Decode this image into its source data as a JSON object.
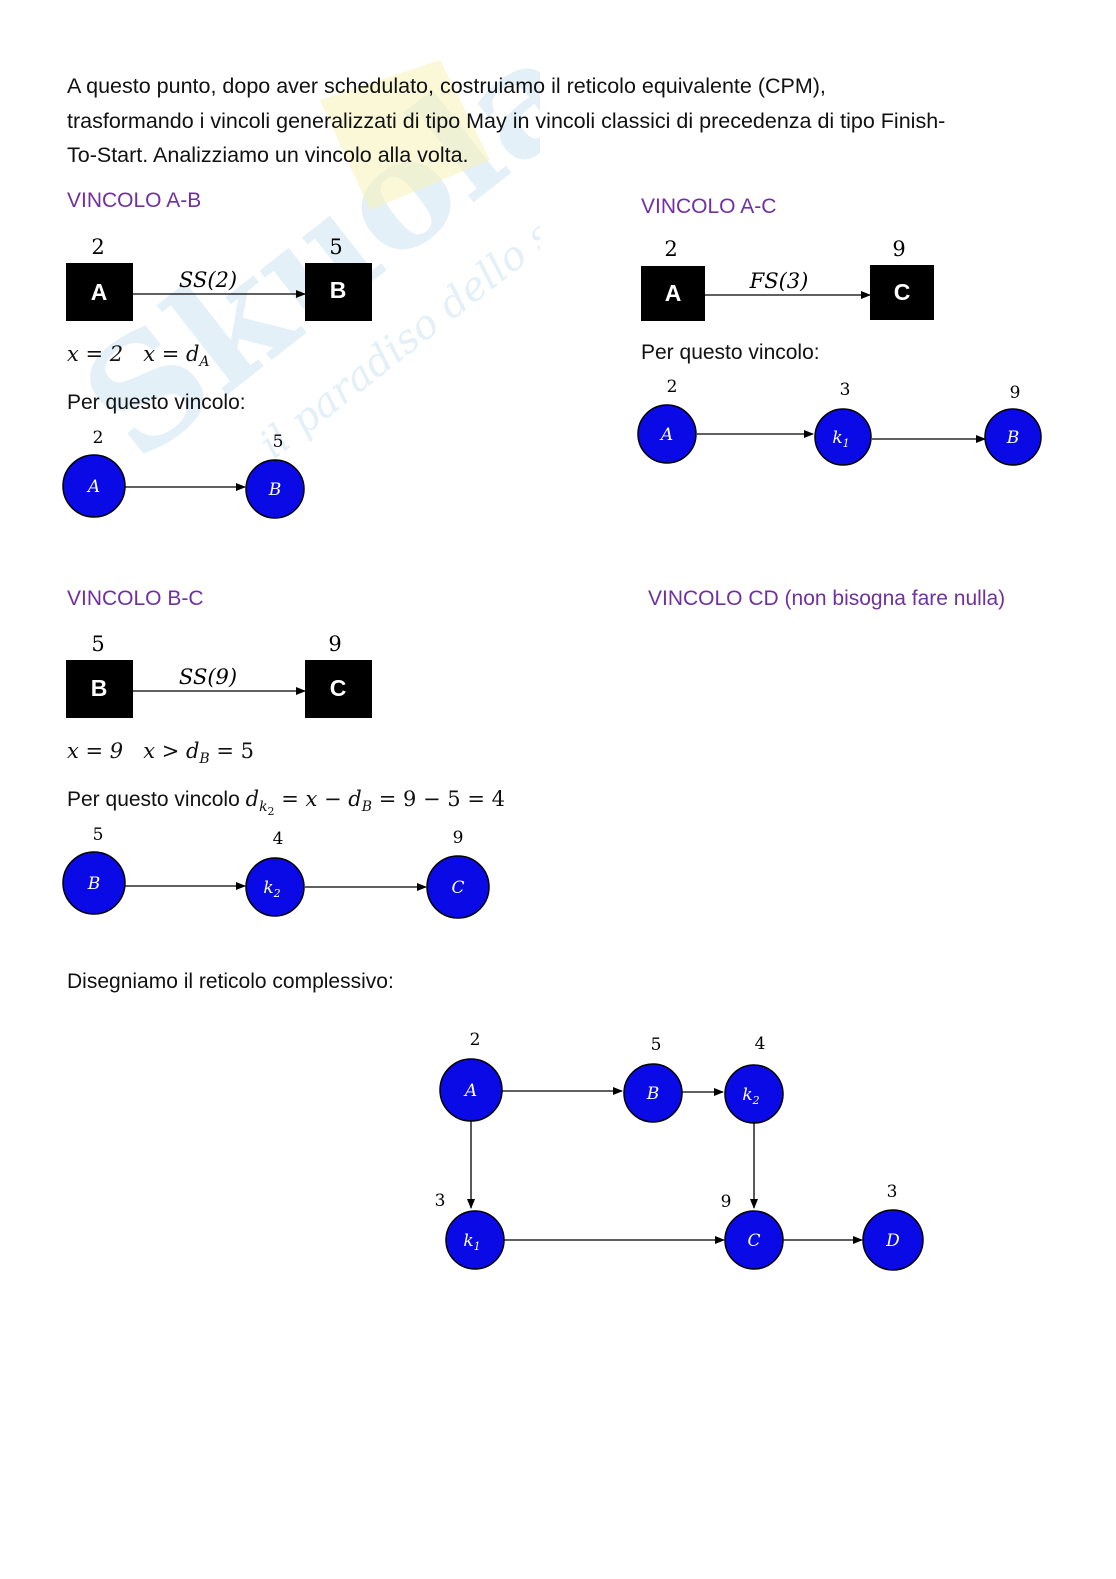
{
  "intro": {
    "line1": "A questo punto, dopo aver schedulato, costruiamo il reticolo equivalente (CPM),",
    "line2": "trasformando i vincoli generalizzati di tipo May in vincoli classici di precedenza di tipo Finish-",
    "line3": "To-Start. Analizziamo un vincolo alla volta."
  },
  "watermark": {
    "brand": "SkuolaNet",
    "tagline": "il paradiso dello studente"
  },
  "ab": {
    "heading": "VINCOLO A-B",
    "box_from": {
      "label": "A",
      "value": "2"
    },
    "box_to": {
      "label": "B",
      "value": "5"
    },
    "constraint": "SS(2)",
    "eq1": "x = 2",
    "eq2_lhs": "x = d",
    "eq2_sub": "A",
    "per_text": "Per questo vincolo:",
    "nodes": [
      {
        "label": "A",
        "value": "2"
      },
      {
        "label": "B",
        "value": "5"
      }
    ]
  },
  "ac": {
    "heading": "VINCOLO A-C",
    "box_from": {
      "label": "A",
      "value": "2"
    },
    "box_to": {
      "label": "C",
      "value": "9"
    },
    "constraint": "FS(3)",
    "per_text": "Per questo vincolo:",
    "nodes": [
      {
        "label": "A",
        "value": "2"
      },
      {
        "label": "k",
        "sub": "1",
        "value": "3"
      },
      {
        "label": "B",
        "value": "9"
      }
    ]
  },
  "bc": {
    "heading": "VINCOLO B-C",
    "box_from": {
      "label": "B",
      "value": "5"
    },
    "box_to": {
      "label": "C",
      "value": "9"
    },
    "constraint": "SS(9)",
    "eq1": "x = 9",
    "eq2_lhs": "x > d",
    "eq2_sub": "B",
    "eq2_rhs": " = 5",
    "per_text": "Per questo vincolo ",
    "formula_d": "d",
    "formula_k": "k",
    "formula_k_sub": "2",
    "formula_rest1": " = x − d",
    "formula_sub_b": "B",
    "formula_rest2": " = 9 − 5 = 4",
    "nodes": [
      {
        "label": "B",
        "value": "5"
      },
      {
        "label": "k",
        "sub": "2",
        "value": "4"
      },
      {
        "label": "C",
        "value": "9"
      }
    ]
  },
  "cd": {
    "heading": "VINCOLO CD (non bisogna fare nulla)"
  },
  "overall": {
    "text": "Disegniamo il reticolo complessivo:",
    "nodes": {
      "A": {
        "label": "A",
        "value": "2"
      },
      "B": {
        "label": "B",
        "value": "5"
      },
      "k2": {
        "label": "k",
        "sub": "2",
        "value": "4"
      },
      "k1": {
        "label": "k",
        "sub": "1",
        "value": "3"
      },
      "C": {
        "label": "C",
        "value": "9"
      },
      "D": {
        "label": "D",
        "value": "3"
      }
    }
  },
  "colors": {
    "node_fill": "#0a0ae6",
    "node_stroke": "#000000",
    "box_fill": "#000000",
    "heading": "#7030a0",
    "watermark_blue": "#cfe4f4",
    "watermark_yellow": "#f8f2b8"
  }
}
